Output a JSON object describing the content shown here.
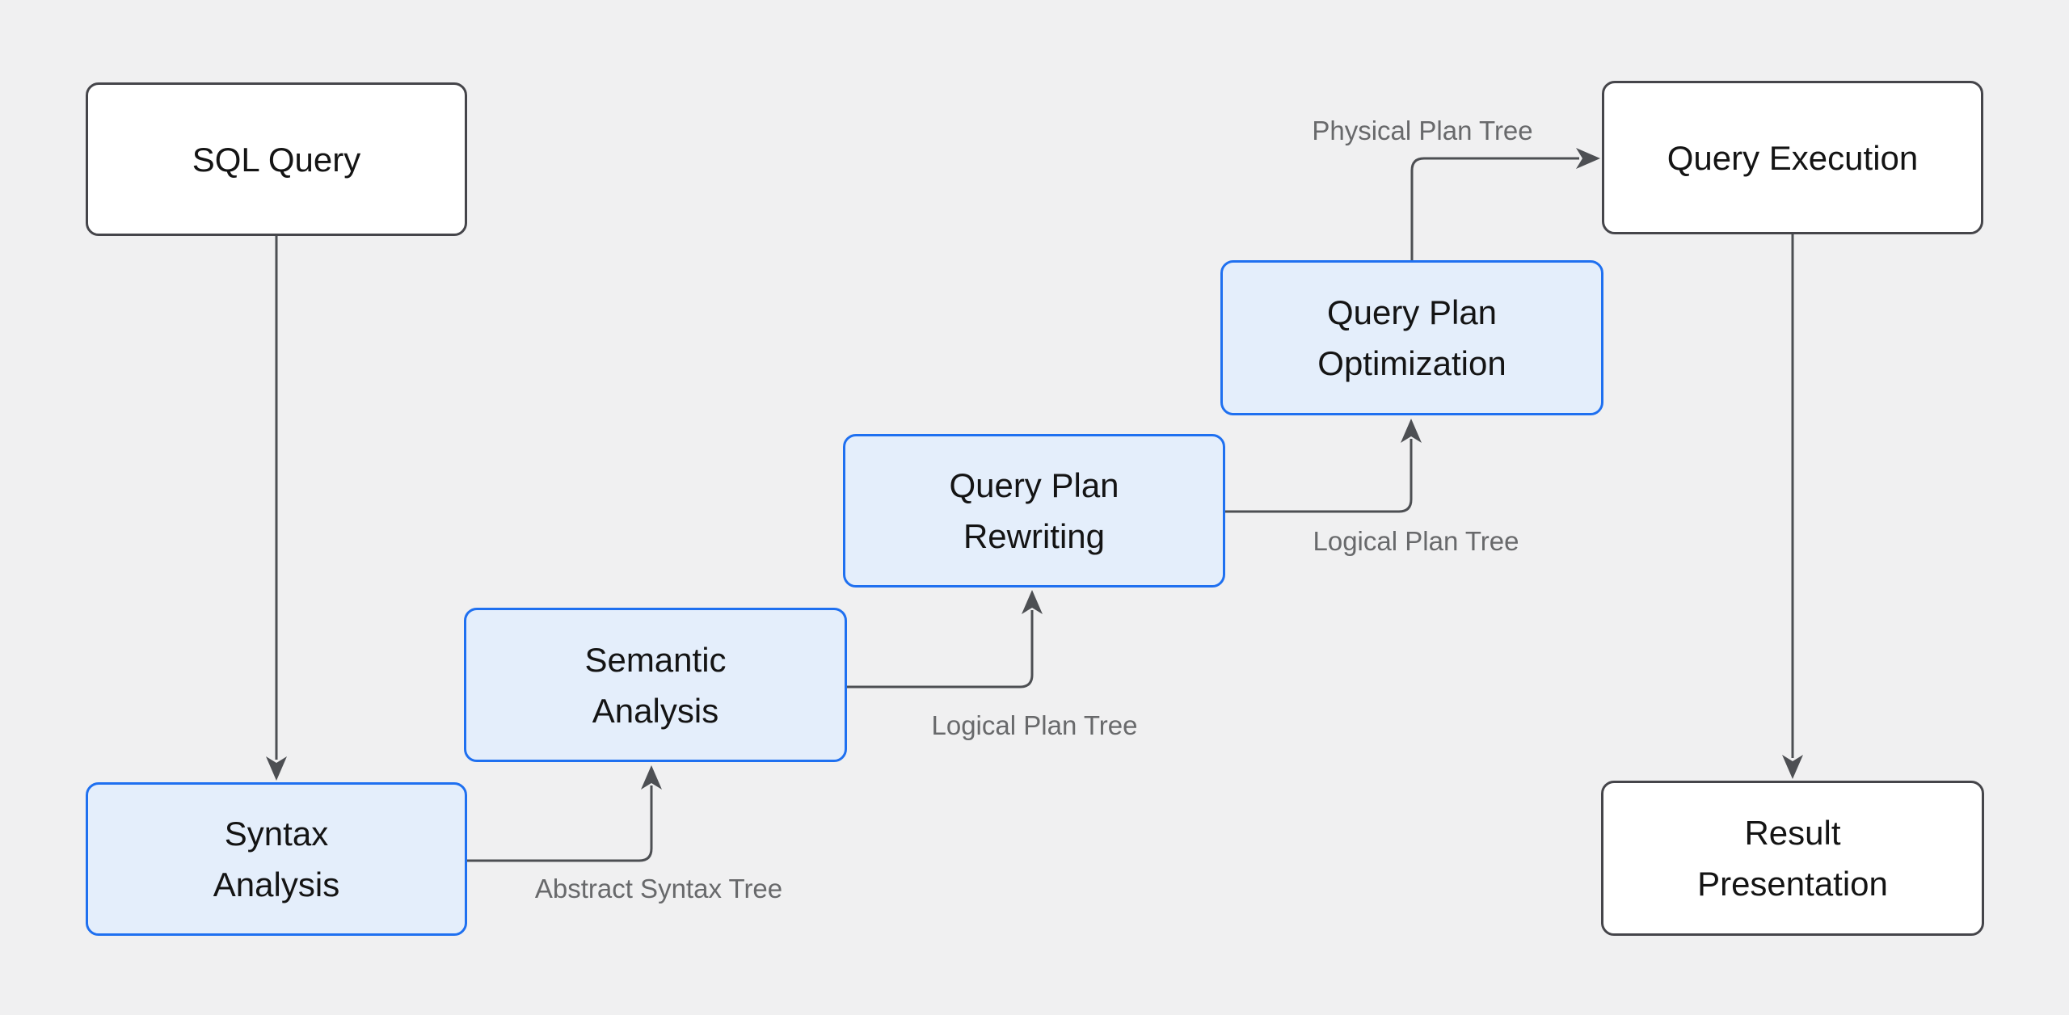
{
  "colors": {
    "background": "#f0f0f1",
    "node_fill": "#ffffff",
    "node_border": "#45454a",
    "node_text": "#141414",
    "highlight_fill": "#e4eefb",
    "highlight_border": "#1f70f0",
    "connector": "#4d4f53",
    "edge_label": "#68696b"
  },
  "nodes": {
    "sql_query": {
      "lines": [
        "SQL Query"
      ]
    },
    "syntax_analysis": {
      "lines": [
        "Syntax",
        "Analysis"
      ]
    },
    "semantic_analysis": {
      "lines": [
        "Semantic",
        "Analysis"
      ]
    },
    "query_plan_rewriting": {
      "lines": [
        "Query Plan",
        "Rewriting"
      ]
    },
    "query_plan_optimization": {
      "lines": [
        "Query Plan",
        "Optimization"
      ]
    },
    "query_execution": {
      "lines": [
        "Query Execution"
      ]
    },
    "result_presentation": {
      "lines": [
        "Result",
        "Presentation"
      ]
    }
  },
  "edge_labels": {
    "syntax_to_semantic": "Abstract Syntax Tree",
    "semantic_to_rewriting": "Logical Plan Tree",
    "rewriting_to_optimization": "Logical Plan Tree",
    "optimization_to_execution": "Physical Plan Tree"
  }
}
